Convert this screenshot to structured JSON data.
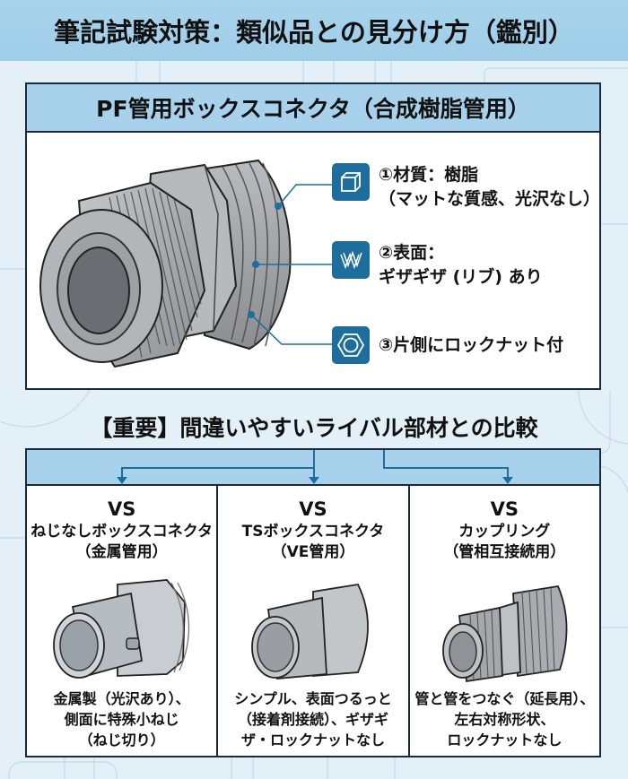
{
  "title": "筆記試験対策：類似品との見分け方（鑑別）",
  "main_panel": {
    "header": "PF管用ボックスコネクタ（合成樹脂管用）",
    "callouts": [
      {
        "icon": "cube-icon",
        "line1": "①材質：樹脂",
        "line2": "（マットな質感、光沢なし）"
      },
      {
        "icon": "ridges-icon",
        "line1": "②表面：",
        "line2": "ギザギザ (リブ) あり"
      },
      {
        "icon": "hex-nut-icon",
        "line1": "③片側にロックナット付",
        "line2": ""
      }
    ]
  },
  "comparison": {
    "heading": "【重要】間違いやすいライバル部材との比較",
    "items": [
      {
        "vs": "VS",
        "name1": "ねじなしボックスコネクタ",
        "name2": "（金属管用）",
        "desc": [
          "金属製（光沢あり）、",
          "側面に特殊小ねじ",
          "（ねじ切り）"
        ]
      },
      {
        "vs": "VS",
        "name1": "TSボックスコネクタ",
        "name2": "（VE管用）",
        "desc": [
          "シンプル、表面つるっと",
          "（接着剤接続）、ギザギ",
          "ザ・ロックナットなし"
        ]
      },
      {
        "vs": "VS",
        "name1": "カップリング",
        "name2": "（管相互接続用）",
        "desc": [
          "管と管をつなぐ（延長用）、",
          "左右対称形状、",
          "ロックナットなし"
        ]
      }
    ]
  },
  "colors": {
    "title_band": "#a9d3ec",
    "panel_header": "#a8d2ec",
    "icon_box": "#1d6e9c",
    "border": "#1b2a3a",
    "background": "#e3f0f8"
  }
}
